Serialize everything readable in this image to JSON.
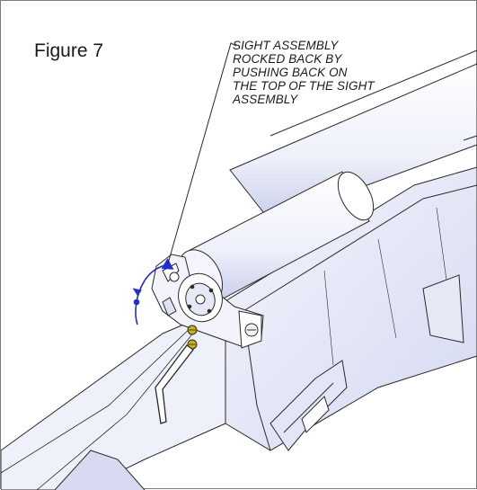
{
  "figure": {
    "title": "Figure 7",
    "callout_lines": [
      "SIGHT ASSEMBLY",
      "ROCKED BACK BY",
      "PUSHING BACK ON",
      "THE TOP OF THE SIGHT",
      "ASSEMBLY"
    ]
  },
  "colors": {
    "frame": "#7a7a7a",
    "body_fill": "#eceef8",
    "body_shade": "#d7daf0",
    "line": "#2a2a2a",
    "motion_arrow": "#1f2fd0",
    "screw": "#c9b020"
  },
  "icons": {
    "motion_arrow": "curved-rotation-arrow-icon",
    "hex_key": "allen-wrench-icon",
    "screws": "screw-icon"
  }
}
